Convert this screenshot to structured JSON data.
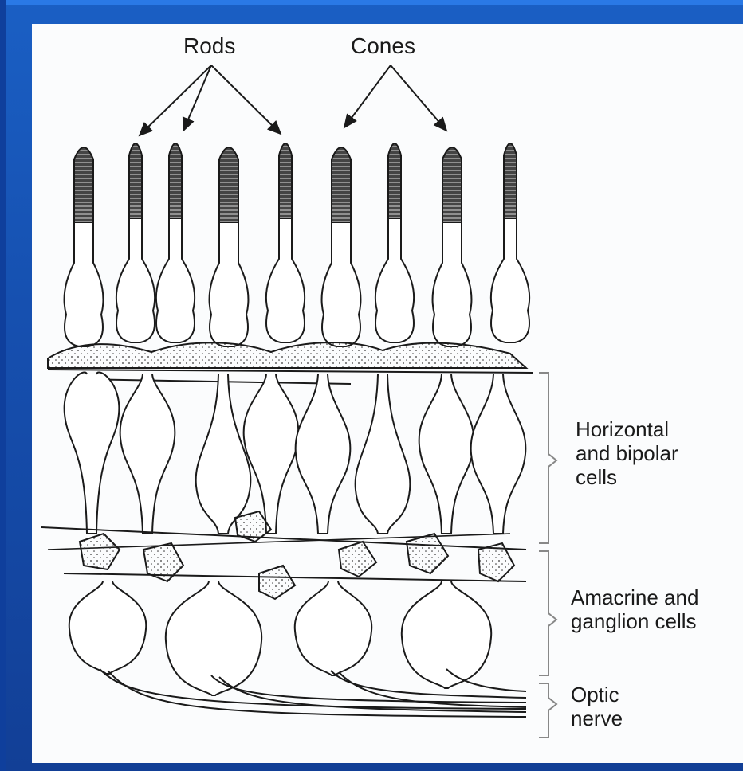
{
  "labels": {
    "rods": "Rods",
    "cones": "Cones",
    "horizontal_bipolar": "Horizontal\nand bipolar\ncells",
    "amacrine_ganglion": "Amacrine and\nganglion cells",
    "optic_nerve": "Optic\nnerve"
  },
  "colors": {
    "background_blue": "#1650b0",
    "canvas": "#fbfcfd",
    "ink": "#1a1a1a"
  }
}
